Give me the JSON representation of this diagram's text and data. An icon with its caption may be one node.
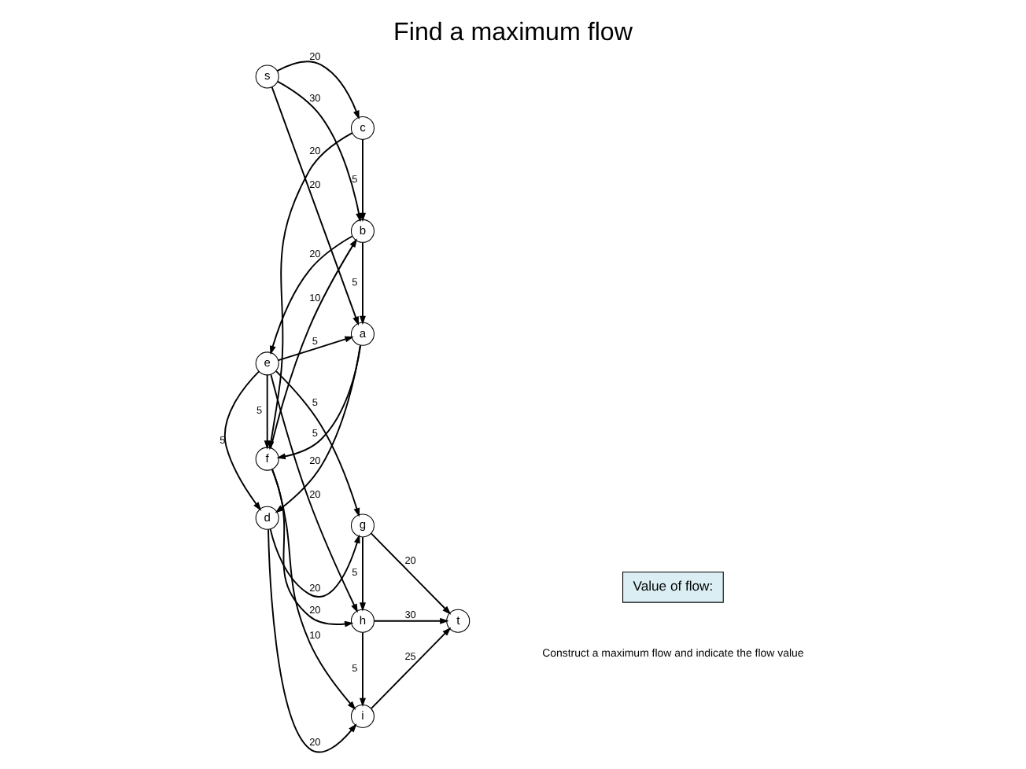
{
  "diagram": {
    "title": "Find a maximum flow",
    "nodes": [
      {
        "text": [
          "Value of flow:"
        ]
      },
      {
        "text": [
          "s"
        ]
      },
      {
        "text": [
          "a"
        ]
      },
      {
        "text": [
          "b"
        ]
      },
      {
        "text": [
          "c"
        ]
      },
      {
        "text": [
          "d"
        ]
      },
      {
        "text": [
          "e"
        ]
      },
      {
        "text": [
          "f"
        ]
      },
      {
        "text": [
          "g"
        ]
      },
      {
        "text": [
          "h"
        ]
      },
      {
        "text": [
          "i"
        ]
      },
      {
        "text": [
          "t"
        ]
      }
    ],
    "edges": [
      {
        "from": 1,
        "to": 2,
        "arrow": "to",
        "label": "20"
      },
      {
        "from": 1,
        "to": 3,
        "arrow": "to",
        "label": "30"
      },
      {
        "from": 1,
        "to": 4,
        "arrow": "to",
        "label": "20"
      },
      {
        "from": 2,
        "to": 5,
        "arrow": "to",
        "label": "20"
      },
      {
        "from": 3,
        "to": 2,
        "arrow": "to",
        "label": "5"
      },
      {
        "from": 6,
        "to": 2,
        "arrow": "to",
        "label": "5"
      },
      {
        "from": 2,
        "to": 7,
        "arrow": "to",
        "label": "5"
      },
      {
        "from": 3,
        "to": 6,
        "arrow": "to",
        "label": "20"
      },
      {
        "from": 4,
        "to": 3,
        "arrow": "to",
        "label": "5"
      },
      {
        "from": 7,
        "to": 3,
        "arrow": "to",
        "label": "10"
      },
      {
        "from": 4,
        "to": 7,
        "arrow": "to",
        "label": "20"
      },
      {
        "from": 6,
        "to": 5,
        "arrow": "to",
        "label": "5"
      },
      {
        "from": 5,
        "to": 8,
        "arrow": "to",
        "label": "20"
      },
      {
        "from": 5,
        "to": 10,
        "arrow": "to",
        "label": "20"
      },
      {
        "from": 6,
        "to": 8,
        "arrow": "to",
        "label": "5"
      },
      {
        "from": 6,
        "to": 9,
        "arrow": "to",
        "label": "20"
      },
      {
        "from": 6,
        "to": 7,
        "arrow": "to",
        "label": "5"
      },
      {
        "from": 7,
        "to": 9,
        "arrow": "to",
        "label": "20"
      },
      {
        "from": 7,
        "to": 10,
        "arrow": "to",
        "label": "10"
      },
      {
        "from": 8,
        "to": 9,
        "arrow": "to",
        "label": "5"
      },
      {
        "from": 8,
        "to": 11,
        "arrow": "to",
        "label": "20"
      },
      {
        "from": 9,
        "to": 11,
        "arrow": "to",
        "label": "30"
      },
      {
        "from": 9,
        "to": 10,
        "arrow": "to",
        "label": "5"
      },
      {
        "from": 10,
        "to": 11,
        "arrow": "to",
        "label": "25"
      }
    ],
    "labels": [
      "Construct a maximum flow and indicate the flow value"
    ]
  }
}
